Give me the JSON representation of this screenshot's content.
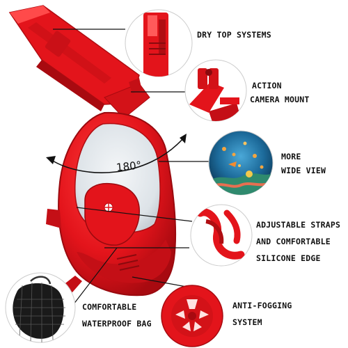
{
  "colors": {
    "mask_red": "#e3141b",
    "mask_shadow": "#b00d12",
    "mask_highlight": "#ff4a4a",
    "bag_black": "#1a1a1a"
  },
  "features": {
    "dry_top": {
      "line1": "DRY TOP SYSTEMS"
    },
    "camera_mount": {
      "line1": "ACTION",
      "line2": "CAMERA MOUNT"
    },
    "wide_view": {
      "line1": "MORE",
      "line2": "WIDE VIEW"
    },
    "straps": {
      "line1": "ADJUSTABLE STRAPS",
      "line2": "AND COMFORTABLE",
      "line3": "SILICONE EDGE"
    },
    "bag": {
      "line1": "COMFORTABLE",
      "line2": "WATERPROOF BAG"
    },
    "anti_fog": {
      "line1": "ANTI-FOGGING",
      "line2": "SYSTEM"
    }
  },
  "view_angle_label": "180°"
}
